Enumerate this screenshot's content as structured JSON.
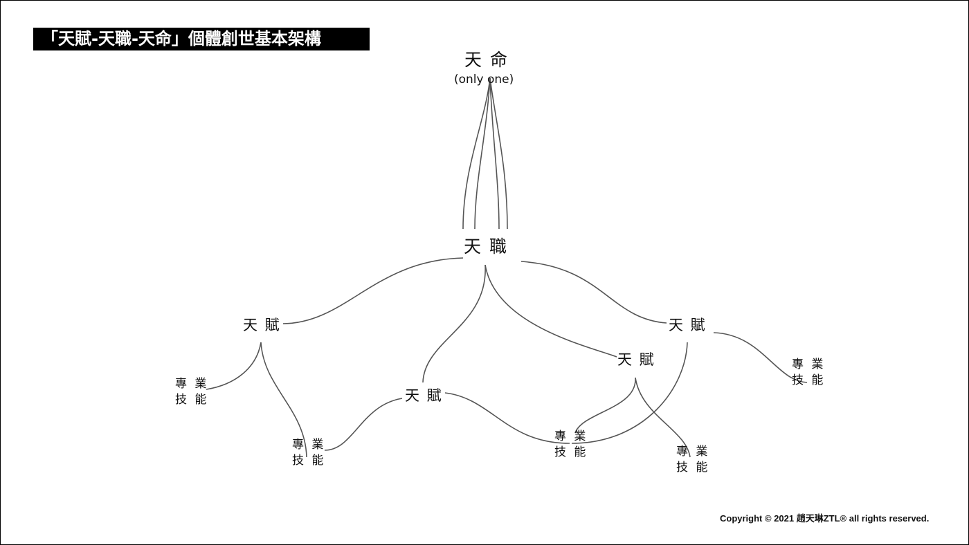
{
  "title": "「天賦-天職-天命」個體創世基本架構",
  "nodes": {
    "destiny": {
      "label": "天 命",
      "sub": "(only one)"
    },
    "vocation": {
      "label": "天 職"
    },
    "talent_left": {
      "label": "天 賦"
    },
    "talent_center": {
      "label": "天 賦"
    },
    "talent_mid_right": {
      "label": "天 賦"
    },
    "talent_right": {
      "label": "天 賦"
    }
  },
  "skill": {
    "line1": "專 業",
    "line2": "技 能"
  },
  "copyright": "Copyright © 2021 趙天琳ZTL® all rights reserved."
}
